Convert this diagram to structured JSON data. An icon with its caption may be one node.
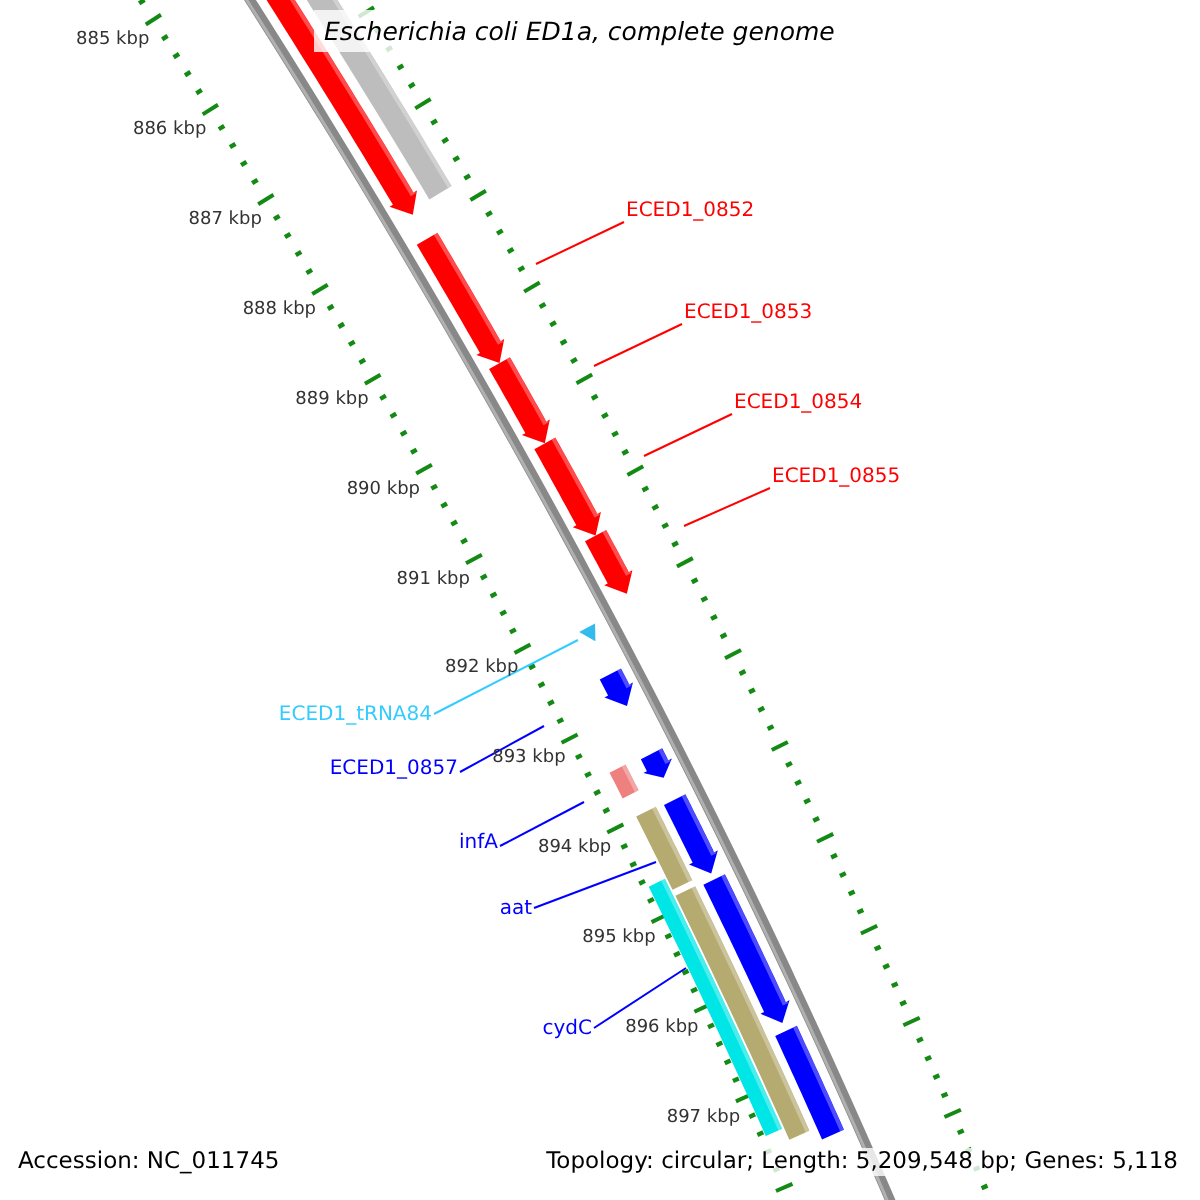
{
  "diagram": {
    "title": "Escherichia coli ED1a, complete genome",
    "nodes": [
      {
        "text": [
          "ECED1_0852"
        ]
      },
      {
        "text": [
          "ECED1_0853"
        ]
      },
      {
        "text": [
          "ECED1_0854"
        ]
      },
      {
        "text": [
          "ECED1_0855"
        ]
      },
      {
        "text": [
          "ECED1_tRNA84"
        ]
      },
      {
        "text": [
          "ECED1_0857"
        ]
      },
      {
        "text": [
          "infA"
        ]
      },
      {
        "text": [
          "aat"
        ]
      },
      {
        "text": [
          "cydC"
        ]
      },
      {
        "text": [],
        "shape": "triangle"
      },
      {
        "text": [],
        "shape": "bar"
      },
      {
        "text": [],
        "shape": "bar"
      }
    ],
    "edges": [
      {
        "from": 0,
        "to": null,
        "arrow": "none",
        "color": "#ff0000"
      },
      {
        "from": 1,
        "to": null,
        "arrow": "none",
        "color": "#ff0000"
      },
      {
        "from": 2,
        "to": null,
        "arrow": "none",
        "color": "#ff0000"
      },
      {
        "from": 3,
        "to": null,
        "arrow": "none",
        "color": "#ff0000"
      },
      {
        "from": 4,
        "to": 9,
        "arrow": "none",
        "color": "#33ccff"
      },
      {
        "from": 5,
        "to": null,
        "arrow": "none",
        "color": "#0000ff"
      },
      {
        "from": 6,
        "to": null,
        "arrow": "none",
        "color": "#0000ff"
      },
      {
        "from": 7,
        "to": 11,
        "arrow": "none",
        "color": "#0000ff"
      },
      {
        "from": 8,
        "to": 10,
        "arrow": "none",
        "color": "#0000ff"
      }
    ],
    "labels": [
      "885 kbp",
      "886 kbp",
      "887 kbp",
      "888 kbp",
      "889 kbp",
      "890 kbp",
      "891 kbp",
      "892 kbp",
      "893 kbp",
      "894 kbp",
      "895 kbp",
      "896 kbp",
      "897 kbp",
      "Accession: NC_011745",
      "Topology: circular; Length: 5,209,548 bp; Genes: 5,118"
    ]
  }
}
